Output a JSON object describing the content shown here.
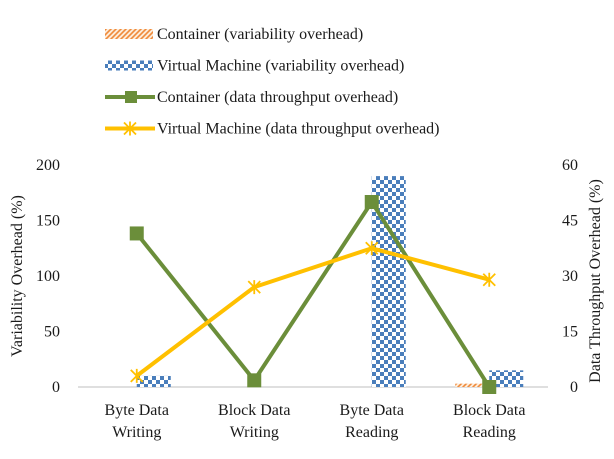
{
  "chart_data": {
    "type": "bar",
    "title": "",
    "categories": [
      [
        "Byte Data",
        "Writing"
      ],
      [
        "Block Data",
        "Writing"
      ],
      [
        "Byte Data",
        "Reading"
      ],
      [
        "Block Data",
        "Reading"
      ]
    ],
    "ylabel_left": "Variability Overhead (%)",
    "ylabel_right": "Data Throughput Overhead (%)",
    "ylim_left": [
      0,
      200
    ],
    "yticks_left": [
      0,
      50,
      100,
      150,
      200
    ],
    "ylim_right": [
      0,
      60
    ],
    "yticks_right": [
      0,
      15,
      30,
      45,
      60
    ],
    "grid": false,
    "legend_position": "top",
    "bar_series": [
      {
        "name": "Container (variability overhead)",
        "axis": "left",
        "color": "#f4a460",
        "pattern": "diagonal-hatch",
        "values": [
          0,
          0,
          0,
          3
        ]
      },
      {
        "name": "Virtual Machine (variability overhead)",
        "axis": "left",
        "color": "#4a7ebb",
        "pattern": "checkerboard",
        "values": [
          10,
          0,
          190,
          15
        ]
      }
    ],
    "line_series": [
      {
        "name": "Container (data throughput overhead)",
        "axis": "right",
        "color": "#6b8e3a",
        "marker": "square",
        "values": [
          41.5,
          1.8,
          50,
          0
        ]
      },
      {
        "name": "Virtual Machine (data throughput overhead)",
        "axis": "right",
        "color": "#ffc000",
        "marker": "star",
        "values": [
          3,
          27,
          37.5,
          29
        ]
      }
    ]
  }
}
